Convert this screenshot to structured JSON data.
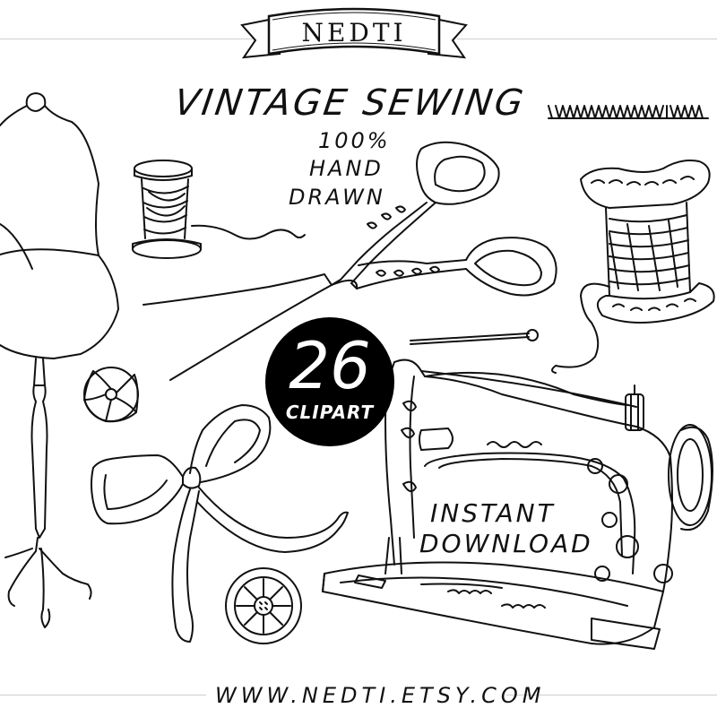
{
  "brand": {
    "name": "NEDTI"
  },
  "headline": {
    "title": "VINTAGE SEWING",
    "line1": "100%",
    "line2": "HAND",
    "line3": "DRAWN"
  },
  "badge": {
    "number": "26",
    "label": "CLIPART"
  },
  "cta": {
    "line1": "INSTANT",
    "line2": "DOWNLOAD"
  },
  "footer": {
    "url": "WWW.NEDTI.ETSY.COM"
  },
  "colors": {
    "ink": "#111111",
    "background": "#ffffff",
    "badge": "#000000",
    "rule": "#cfcfcf"
  },
  "illustrations": [
    "dress-form",
    "thread-spool",
    "scissors",
    "ornate-thread-spool",
    "zigzag-stitch",
    "needle",
    "pincushion",
    "ribbon-bow",
    "sewing-machine",
    "button"
  ]
}
